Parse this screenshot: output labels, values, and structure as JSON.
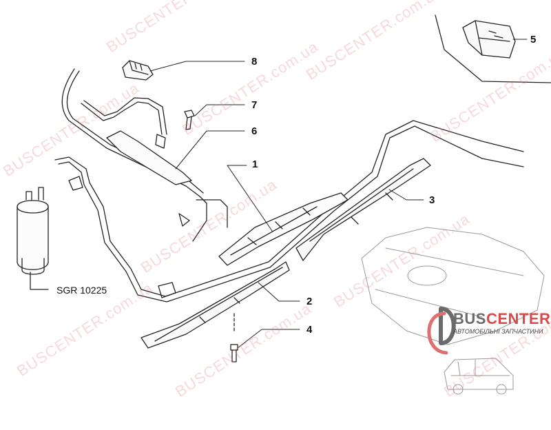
{
  "watermark": "BUSCENTER.com.ua",
  "callouts": [
    "1",
    "2",
    "3",
    "4",
    "5",
    "6",
    "7",
    "8"
  ],
  "part_code": "SGR 10225",
  "logo": {
    "brand_a": "BUS",
    "brand_b": "CENTER",
    "subtitle": "АВТОМОБІЛЬНІ ЗАПЧАСТИНИ"
  },
  "colors": {
    "line": "#222222",
    "watermark": "#e07878",
    "logo_red": "#d94a4a",
    "logo_gray": "#6b6b6b"
  }
}
